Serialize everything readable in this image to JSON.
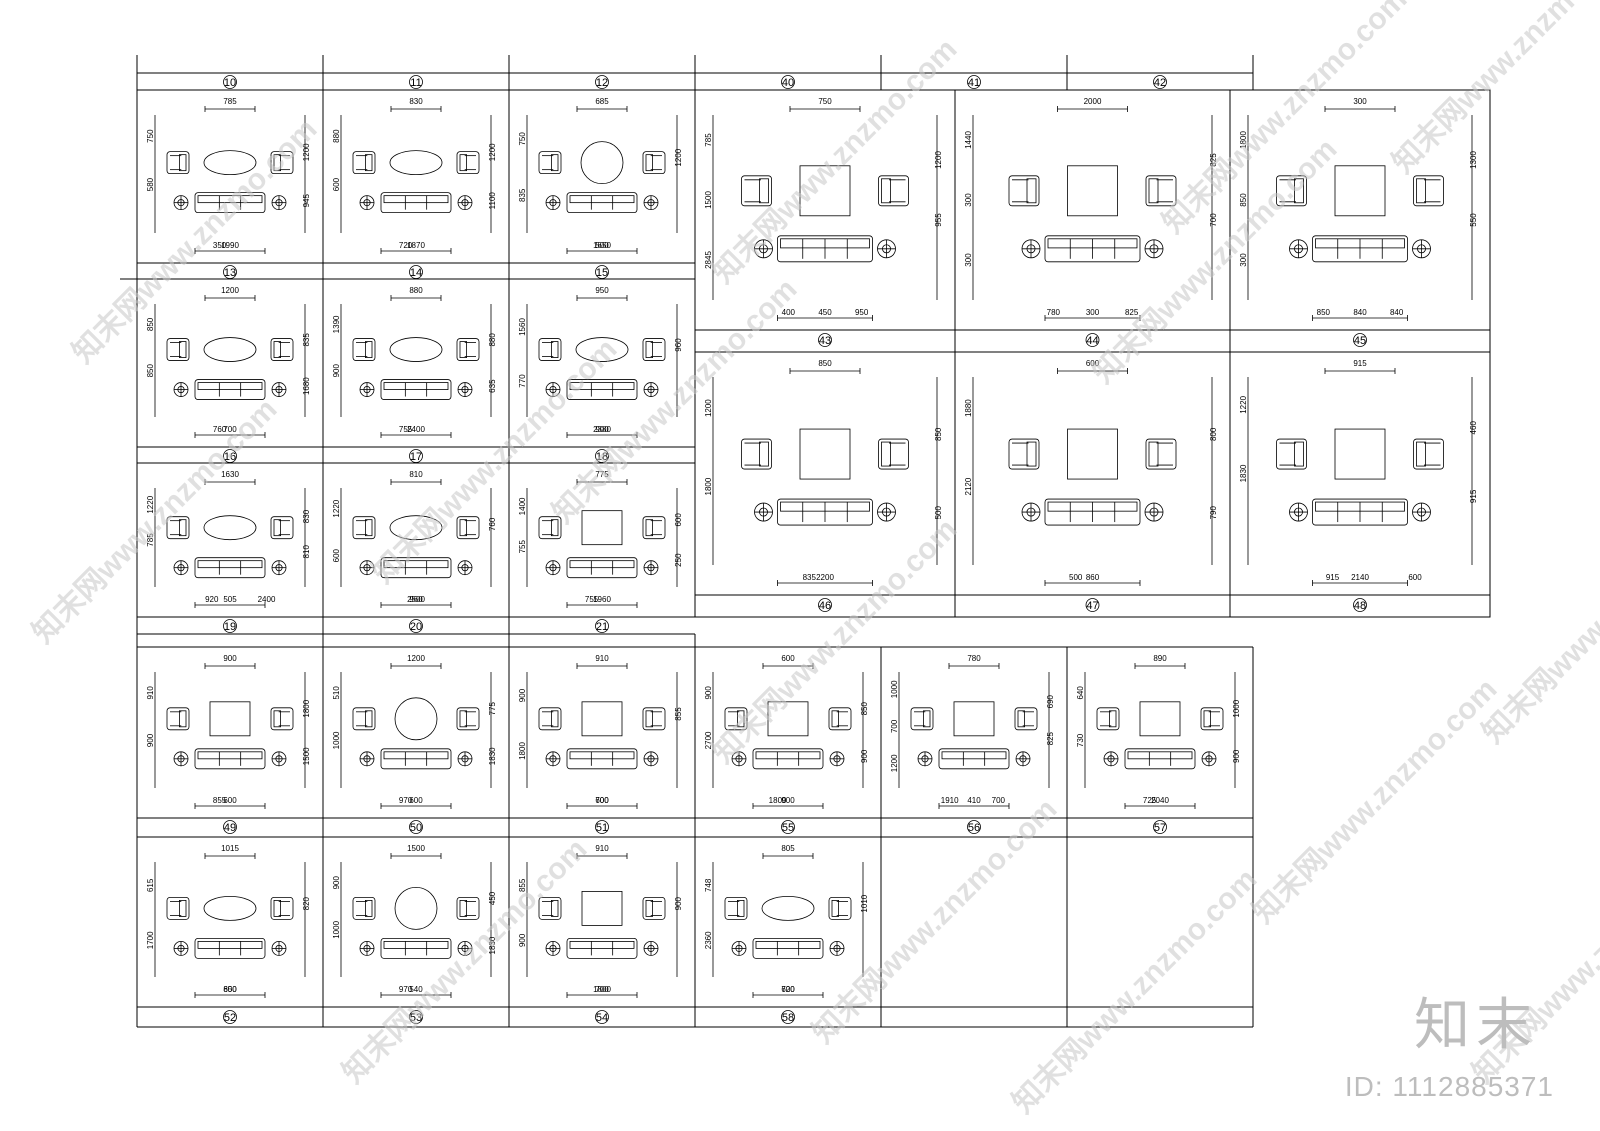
{
  "header_labels": [
    "10",
    "11",
    "12",
    "40",
    "41",
    "42"
  ],
  "cells": [
    {
      "label": "13",
      "dims": [
        "785",
        "750",
        "1200",
        "350",
        "580",
        "945",
        "1990"
      ]
    },
    {
      "label": "14",
      "dims": [
        "830",
        "880",
        "1200",
        "720",
        "600",
        "1100",
        "1870"
      ]
    },
    {
      "label": "15",
      "dims": [
        "685",
        "750",
        "1200",
        "500",
        "835",
        "1650"
      ]
    },
    {
      "label": "16",
      "dims": [
        "1200",
        "850",
        "835",
        "760",
        "850",
        "1680",
        "700"
      ]
    },
    {
      "label": "17",
      "dims": [
        "880",
        "1390",
        "880",
        "755",
        "900",
        "635",
        "2400"
      ]
    },
    {
      "label": "18",
      "dims": [
        "950",
        "1560",
        "960",
        "900",
        "770",
        "2380"
      ]
    },
    {
      "label": "19",
      "dims": [
        "1630",
        "1220",
        "830",
        "920",
        "785",
        "810",
        "2400",
        "505"
      ]
    },
    {
      "label": "20",
      "dims": [
        "810",
        "1220",
        "760",
        "960",
        "600",
        "2500"
      ]
    },
    {
      "label": "21",
      "dims": [
        "775",
        "1400",
        "600",
        "755",
        "755",
        "250",
        "1960"
      ]
    },
    {
      "label": "43",
      "dims": [
        "750",
        "785",
        "1200",
        "400",
        "1500",
        "955",
        "950",
        "2845",
        "450"
      ]
    },
    {
      "label": "44",
      "dims": [
        "2000",
        "1440",
        "825",
        "780",
        "300",
        "700",
        "825",
        "300",
        "300"
      ]
    },
    {
      "label": "45",
      "dims": [
        "300",
        "1800",
        "1300",
        "850",
        "850",
        "550",
        "840",
        "300",
        "840"
      ]
    },
    {
      "label": "46",
      "dims": [
        "850",
        "1200",
        "850",
        "835",
        "1800",
        "500",
        "2200"
      ]
    },
    {
      "label": "47",
      "dims": [
        "600",
        "1880",
        "800",
        "500",
        "2120",
        "790",
        "860"
      ]
    },
    {
      "label": "48",
      "dims": [
        "915",
        "1220",
        "460",
        "915",
        "1830",
        "915",
        "600",
        "2140"
      ]
    },
    {
      "label": "49",
      "dims": [
        "900",
        "910",
        "1800",
        "855",
        "900",
        "1500",
        "600"
      ]
    },
    {
      "label": "50",
      "dims": [
        "1200",
        "510",
        "775",
        "970",
        "1000",
        "1830",
        "600"
      ]
    },
    {
      "label": "51",
      "dims": [
        "910",
        "900",
        "855",
        "700",
        "1800",
        "600"
      ]
    },
    {
      "label": "55",
      "dims": [
        "600",
        "900",
        "850",
        "1800",
        "2700",
        "900",
        "900"
      ]
    },
    {
      "label": "56",
      "dims": [
        "780",
        "1000",
        "690",
        "1910",
        "700",
        "825",
        "700",
        "1200",
        "410"
      ]
    },
    {
      "label": "57",
      "dims": [
        "890",
        "640",
        "1000",
        "725",
        "730",
        "900",
        "2040"
      ]
    },
    {
      "label": "52",
      "dims": [
        "1015",
        "615",
        "820",
        "850",
        "1700",
        "600"
      ]
    },
    {
      "label": "53",
      "dims": [
        "1500",
        "900",
        "450",
        "970",
        "1000",
        "1830",
        "540"
      ]
    },
    {
      "label": "54",
      "dims": [
        "910",
        "855",
        "900",
        "700",
        "900",
        "1800"
      ]
    },
    {
      "label": "58",
      "dims": [
        "805",
        "748",
        "1010",
        "600",
        "2360",
        "720"
      ]
    },
    {
      "label": "",
      "dims": []
    },
    {
      "label": "",
      "dims": []
    }
  ],
  "watermark_text": "知末网www.znzmo.com",
  "brand": "知末",
  "id_text": "ID: 1112885371"
}
